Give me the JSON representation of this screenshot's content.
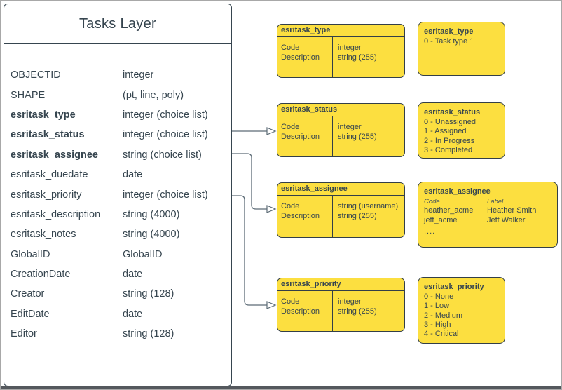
{
  "colors": {
    "ink": "#36454f",
    "yellow_fill": "#fcdf40",
    "yellow_border": "#333f48",
    "connector": "#5c6b76"
  },
  "tasks_layer": {
    "title": "Tasks Layer",
    "fields": [
      {
        "name": "OBJECTID",
        "type": "integer"
      },
      {
        "name": "SHAPE",
        "type": "(pt, line, poly)"
      },
      {
        "name": "esritask_type",
        "type": "integer (choice list)"
      },
      {
        "name": "esritask_status",
        "type": "integer (choice list)"
      },
      {
        "name": "esritask_assignee",
        "type": "string (choice list)"
      },
      {
        "name": "esritask_duedate",
        "type": "date"
      },
      {
        "name": "esritask_priority",
        "type": "integer (choice list)"
      },
      {
        "name": "esritask_description",
        "type": "string (4000)"
      },
      {
        "name": "esritask_notes",
        "type": "string (4000)"
      },
      {
        "name": "GlobalID",
        "type": "GlobalID"
      },
      {
        "name": "CreationDate",
        "type": "date"
      },
      {
        "name": "Creator",
        "type": "string (128)"
      },
      {
        "name": "EditDate",
        "type": "date"
      },
      {
        "name": "Editor",
        "type": "string (128)"
      }
    ]
  },
  "domain_tables": [
    {
      "title": "esritask_type",
      "left": [
        "Code",
        "Description"
      ],
      "right": [
        "integer",
        "string (255)"
      ]
    },
    {
      "title": "esritask_status",
      "left": [
        "Code",
        "Description"
      ],
      "right": [
        "integer",
        "string (255)"
      ]
    },
    {
      "title": "esritask_assignee",
      "left": [
        "Code",
        "Description"
      ],
      "right": [
        "string (username)",
        "string (255)"
      ]
    },
    {
      "title": "esritask_priority",
      "left": [
        "Code",
        "Description"
      ],
      "right": [
        "integer",
        "string (255)"
      ]
    }
  ],
  "callouts": [
    {
      "title": "esritask_type",
      "lines": [
        "0 - Task type 1"
      ]
    },
    {
      "title": "esritask_status",
      "lines": [
        "0 - Unassigned",
        "1 - Assigned",
        "2 - In Progress",
        "3 - Completed"
      ]
    },
    {
      "title": "esritask_assignee",
      "col_headers": [
        "Code",
        "Label"
      ],
      "rows": [
        [
          "heather_acme",
          "Heather Smith"
        ],
        [
          "jeff_acme",
          "Jeff Walker"
        ]
      ],
      "more": "...."
    },
    {
      "title": "esritask_priority",
      "lines": [
        "0 - None",
        "1 - Low",
        "2 - Medium",
        "3 - High",
        "4 - Critical"
      ]
    }
  ]
}
